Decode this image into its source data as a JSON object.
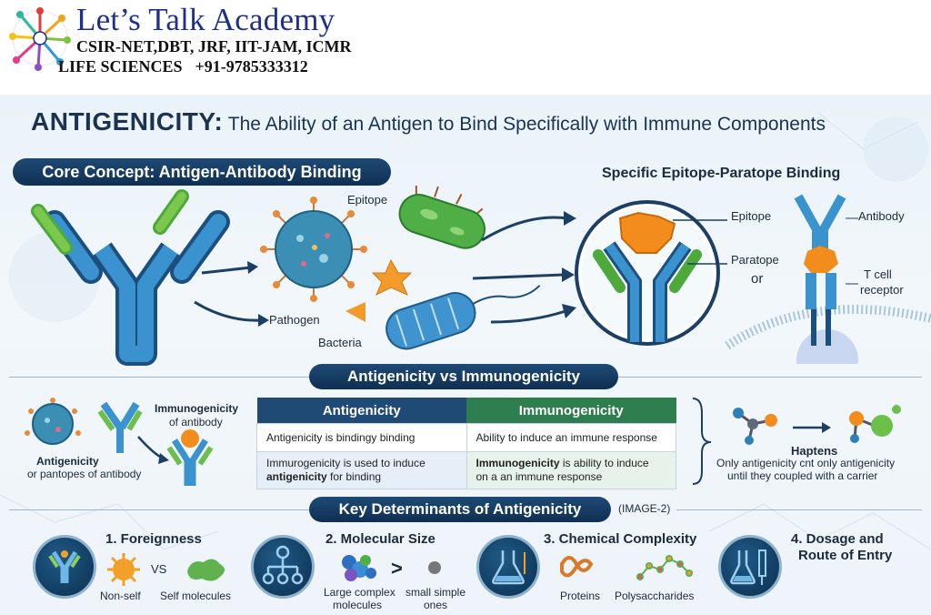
{
  "header": {
    "brand_name": "Let’s Talk Academy",
    "exams": "CSIR-NET,DBT, JRF, IIT-JAM, ICMR",
    "subject": "LIFE SCIENCES",
    "phone": "+91-9785333312"
  },
  "title": {
    "main": "ANTIGENICITY:",
    "sub": "The Ability of an Antigen to Bind Specifically with Immune Components"
  },
  "core": {
    "heading": "Core Concept: Antigen-Antibody Binding",
    "epitope": "Epitope",
    "pathogen": "Pathogen",
    "bacteria": "Bacteria"
  },
  "specific": {
    "heading": "Specific Epitope-Paratope Binding",
    "epitope": "Epitope",
    "paratope": "Paratope",
    "or": "or",
    "antibody": "Antibody",
    "tcell_1": "T cell",
    "tcell_2": "receptor"
  },
  "vs": {
    "heading": "Antigenicity vs Immunogenicity",
    "left_label_bold": "Antigenicity",
    "left_label": "or pantopes of antibody",
    "immuno_label_1": "Immunogenicity",
    "immuno_label_2": "of antibody",
    "table": {
      "col1": "Antigenicity",
      "col2": "Immunogenicity",
      "r1c1": "Antigenicity is bindingy binding",
      "r1c2": "Ability to induce an immune response",
      "r2c1_a": "Immurogenicity is used to induce",
      "r2c1_b": "antigenicity",
      "r2c1_c": "for binding",
      "r2c2_a": "Immunogenicity",
      "r2c2_b": "is ability to induce",
      "r2c2_c": "on a an immune response"
    },
    "haptens_title": "Haptens",
    "haptens_1": "Only antigenicity cnt only antigenicity",
    "haptens_2": "until they coupled with a carrier"
  },
  "determinants": {
    "heading": "Key Determinants of Antigenicity",
    "tag": "(IMAGE-2)",
    "d1": "1. Foreignness",
    "d1_vs": "VS",
    "d1_a": "Non-self",
    "d1_b": "Self molecules",
    "d2": "2. Molecular Size",
    "d2_gt": ">",
    "d2_a1": "Large complex",
    "d2_a2": "molecules",
    "d2_b1": "small simple",
    "d2_b2": "ones",
    "d3": "3. Chemical Complexity",
    "d3_a": "Proteins",
    "d3_b": "Polysaccharides",
    "d4_1": "4. Dosage and",
    "d4_2": "Route of Entry"
  },
  "colors": {
    "navy": "#12365e",
    "green_header": "#2e7d4f",
    "antibody_blue": "#2a7fc0",
    "antibody_green": "#6cc04a",
    "epitope_orange": "#f08a1c"
  }
}
